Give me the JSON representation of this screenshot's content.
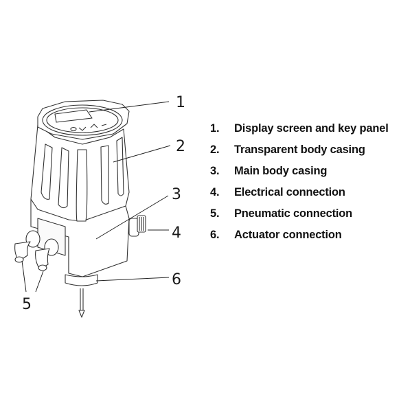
{
  "figure": {
    "subject": "Electro-pneumatic positioner",
    "callouts": [
      {
        "number": "1",
        "target": "display-screen-and-key-panel"
      },
      {
        "number": "2",
        "target": "transparent-body-casing"
      },
      {
        "number": "3",
        "target": "main-body-casing"
      },
      {
        "number": "4",
        "target": "electrical-connection"
      },
      {
        "number": "5",
        "target": "pneumatic-connection"
      },
      {
        "number": "6",
        "target": "actuator-connection"
      }
    ]
  },
  "legend": {
    "items": [
      {
        "number": "1.",
        "label": "Display screen and key panel"
      },
      {
        "number": "2.",
        "label": "Transparent body casing"
      },
      {
        "number": "3.",
        "label": "Main body casing"
      },
      {
        "number": "4.",
        "label": "Electrical connection"
      },
      {
        "number": "5.",
        "label": "Pneumatic connection"
      },
      {
        "number": "6.",
        "label": "Actuator connection"
      }
    ]
  }
}
